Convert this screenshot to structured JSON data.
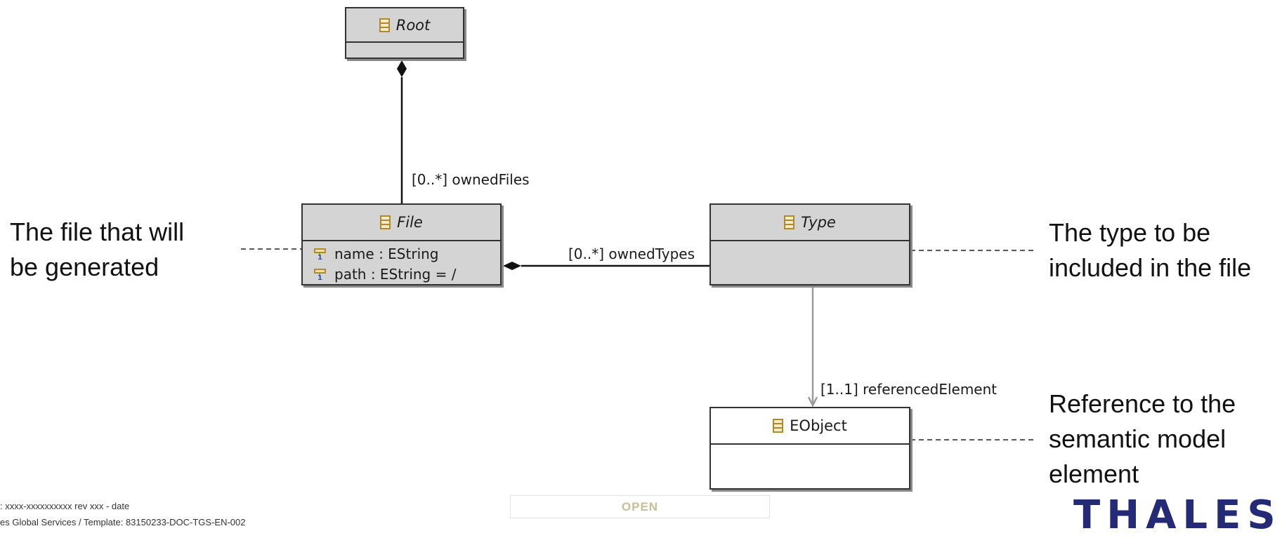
{
  "diagram": {
    "classes": {
      "root": {
        "name": "Root"
      },
      "file": {
        "name": "File",
        "attributes": [
          "name : EString",
          "path : EString = /"
        ]
      },
      "type": {
        "name": "Type"
      },
      "eobject": {
        "name": "EObject"
      }
    },
    "references": {
      "owned_files": "[0..*] ownedFiles",
      "owned_types": "[0..*] ownedTypes",
      "referenced_element": "[1..1] referencedElement"
    }
  },
  "notes": {
    "file": [
      "The file that will",
      "be generated"
    ],
    "type": [
      "The type to be",
      "included in the file"
    ],
    "eobject": [
      "Reference to the",
      "semantic model",
      "element"
    ]
  },
  "footer": {
    "line1": ": xxxx-xxxxxxxxxx  rev xxx  - date",
    "line2": "es Global Services / Template: 83150233-DOC-TGS-EN-002",
    "classification": "OPEN",
    "logo": "THALES"
  },
  "colors": {
    "class_fill": "#d4d4d4",
    "class_icon": "#b08a2a",
    "logo": "#242a75",
    "classification_text": "#c9bd94"
  }
}
